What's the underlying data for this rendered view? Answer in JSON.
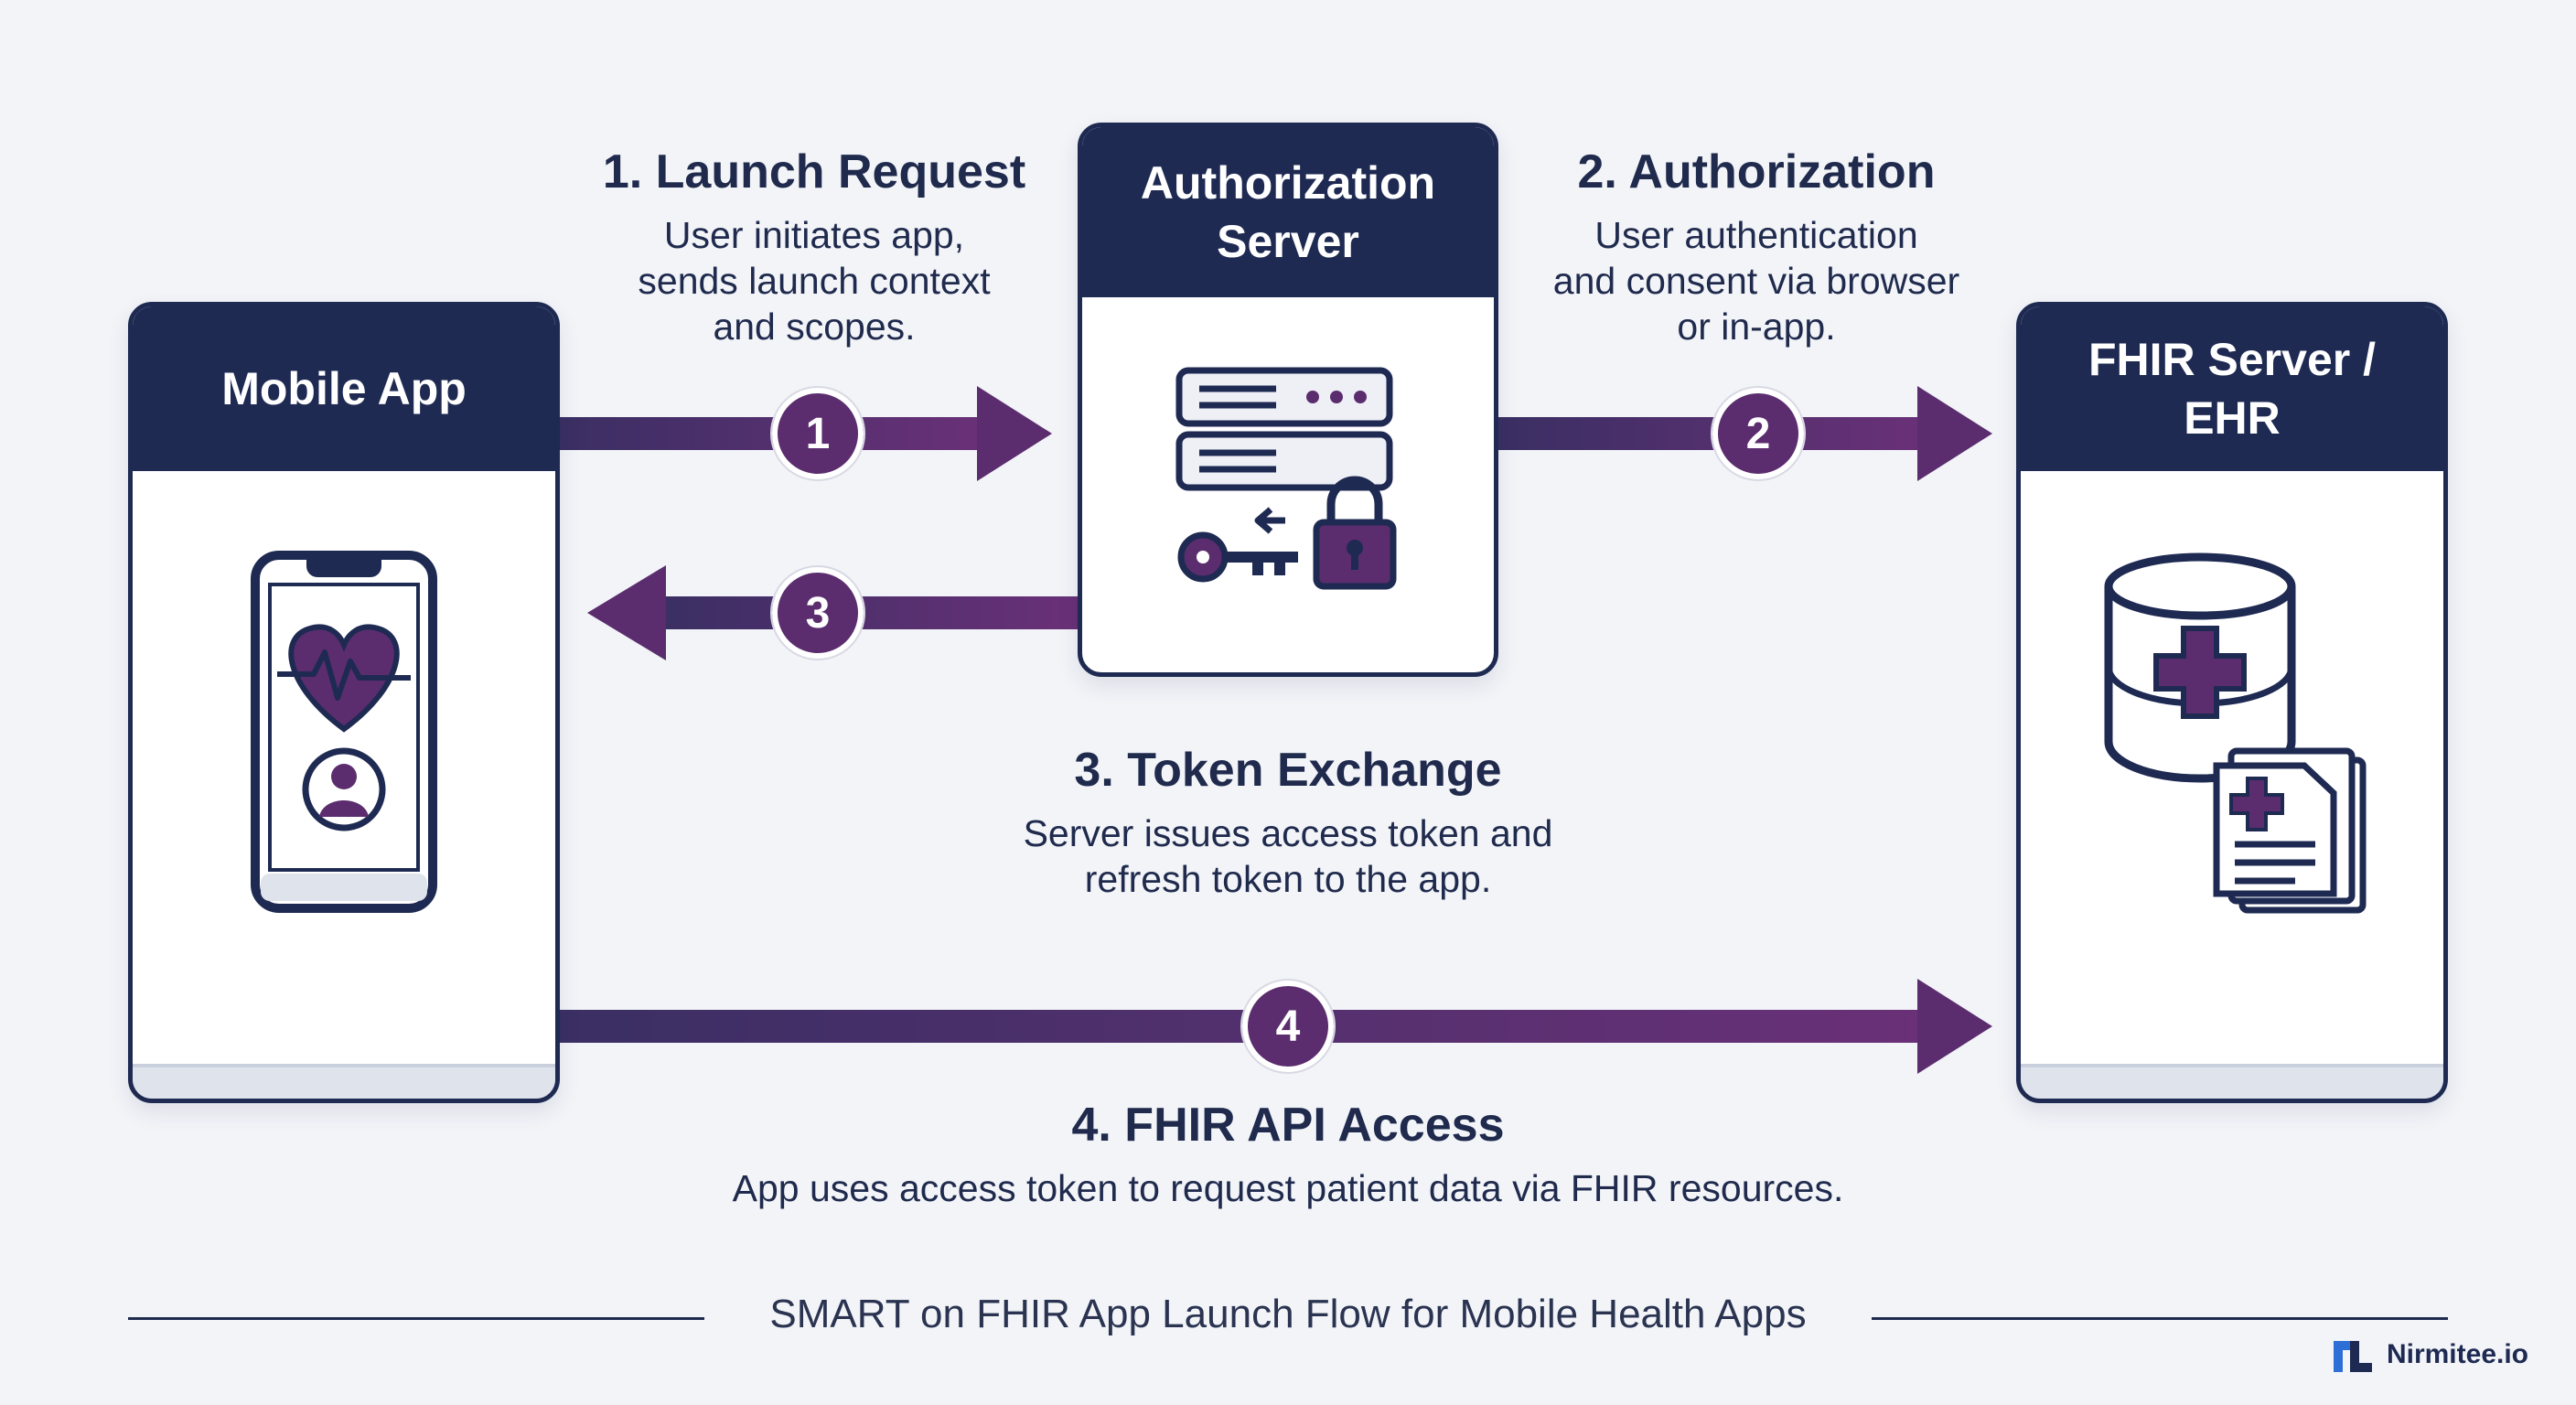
{
  "nodes": {
    "mobile_app": "Mobile App",
    "auth_server": "Authorization\nServer",
    "fhir_server": "FHIR Server /\nEHR"
  },
  "steps": [
    {
      "number": "1",
      "title": "1. Launch Request",
      "description": "User initiates app,\nsends launch context\nand scopes."
    },
    {
      "number": "2",
      "title": "2. Authorization",
      "description": "User authentication\nand consent via browser\nor in-app."
    },
    {
      "number": "3",
      "title": "3. Token Exchange",
      "description": "Server issues access token and\nrefresh token to the app."
    },
    {
      "number": "4",
      "title": "4. FHIR API Access",
      "description": "App uses access token to request patient data via FHIR resources."
    }
  ],
  "caption": "SMART on FHIR App Launch Flow for Mobile Health Apps",
  "brand": "Nirmitee.io",
  "colors": {
    "navy": "#1e2a52",
    "arrow": "#5b2d6e",
    "background": "#f2f4f8"
  },
  "icons": [
    "smartphone-icon",
    "heart-pulse-icon",
    "user-avatar-icon",
    "server-icon",
    "key-icon",
    "lock-icon",
    "database-icon",
    "medical-documents-icon"
  ]
}
